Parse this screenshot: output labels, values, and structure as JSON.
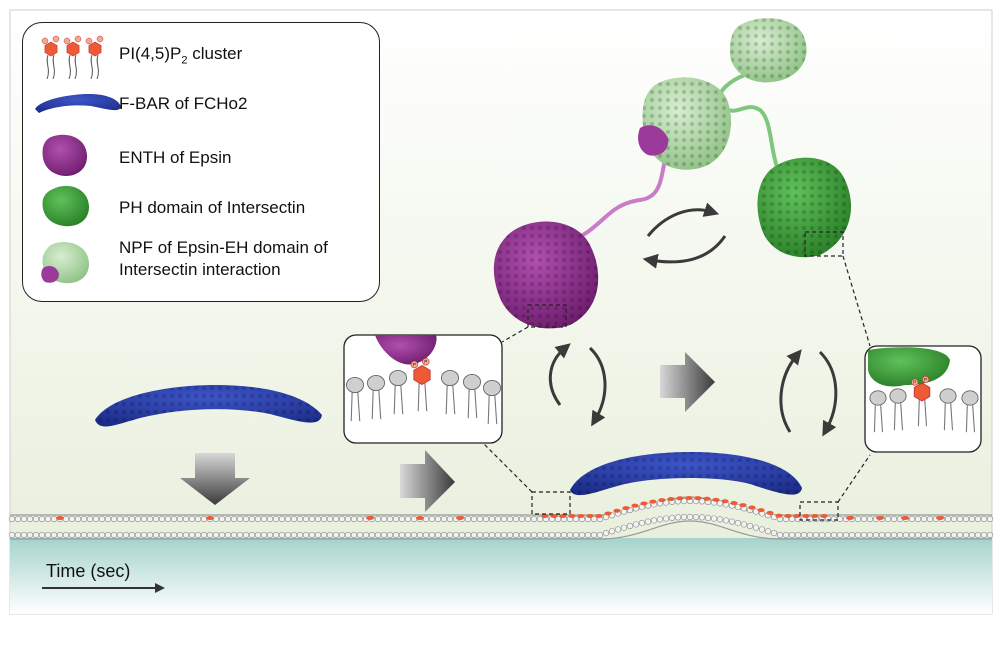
{
  "legend": {
    "items": [
      {
        "id": "pip2",
        "label_main": "PI(4,5)P",
        "label_sub": "2",
        "label_tail": " cluster",
        "icon": "pip2-cluster-icon"
      },
      {
        "id": "fbar",
        "label": "F-BAR of FCHo2",
        "icon": "fbar-protein-icon"
      },
      {
        "id": "enth",
        "label": "ENTH of Epsin",
        "icon": "enth-protein-icon"
      },
      {
        "id": "ph",
        "label": "PH  domain of Intersectin",
        "icon": "ph-domain-icon"
      },
      {
        "id": "npf",
        "label_line1": "NPF of Epsin-EH domain of",
        "label_line2": "Intersectin interaction",
        "icon": "npf-eh-complex-icon"
      }
    ]
  },
  "axis": {
    "time_label": "Time (sec)"
  },
  "lipid_head_letter": "P",
  "colors": {
    "fbar_blue": "#2236a0",
    "enth_purple": "#8a2a8a",
    "ph_green": "#3fa33b",
    "npf_lightgreen": "#b7dcae",
    "pip2_orange": "#ee5a36",
    "membrane_gray": "#cfcfcf",
    "background_top": "#ffffff",
    "background_bottom": "#e7efdb",
    "cytosol_teal": "#a9d6cf"
  }
}
